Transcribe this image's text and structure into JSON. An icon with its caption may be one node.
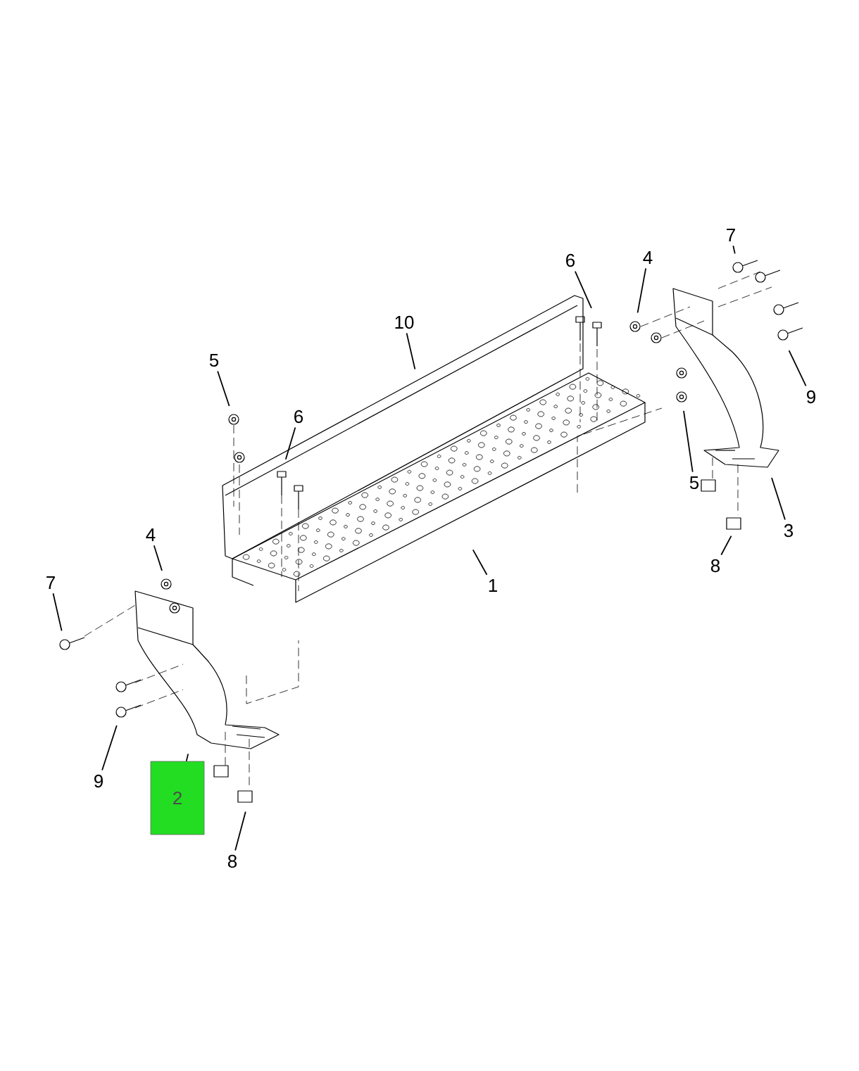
{
  "diagram": {
    "nodes": [
      {
        "text": [
          "7"
        ]
      },
      {
        "text": [
          "6"
        ]
      },
      {
        "text": [
          "4"
        ]
      },
      {
        "text": [
          "10"
        ]
      },
      {
        "text": [
          "5"
        ]
      },
      {
        "text": [
          "9"
        ]
      },
      {
        "text": [
          "6"
        ]
      },
      {
        "text": [
          "5"
        ]
      },
      {
        "text": [
          "3"
        ]
      },
      {
        "text": [
          "4"
        ]
      },
      {
        "text": [
          "8"
        ]
      },
      {
        "text": [
          "1"
        ]
      },
      {
        "text": [
          "7"
        ]
      },
      {
        "text": [
          "9"
        ]
      },
      {
        "text": [
          "2"
        ]
      },
      {
        "text": [
          "8"
        ]
      }
    ],
    "edges": [
      {
        "from": 0,
        "to": null,
        "arrow": "none"
      },
      {
        "from": 1,
        "to": null,
        "arrow": "none"
      },
      {
        "from": 2,
        "to": null,
        "arrow": "none"
      },
      {
        "from": 3,
        "to": null,
        "arrow": "none"
      },
      {
        "from": 4,
        "to": null,
        "arrow": "none"
      },
      {
        "from": 5,
        "to": null,
        "arrow": "none"
      },
      {
        "from": 6,
        "to": null,
        "arrow": "none"
      },
      {
        "from": 7,
        "to": null,
        "arrow": "none"
      },
      {
        "from": 8,
        "to": null,
        "arrow": "none"
      },
      {
        "from": 9,
        "to": null,
        "arrow": "none"
      },
      {
        "from": 10,
        "to": null,
        "arrow": "none"
      },
      {
        "from": 11,
        "to": null,
        "arrow": "none"
      },
      {
        "from": 12,
        "to": null,
        "arrow": "none"
      },
      {
        "from": 13,
        "to": null,
        "arrow": "none"
      },
      {
        "from": 14,
        "to": null,
        "arrow": "none"
      },
      {
        "from": 15,
        "to": null,
        "arrow": "none"
      }
    ]
  }
}
